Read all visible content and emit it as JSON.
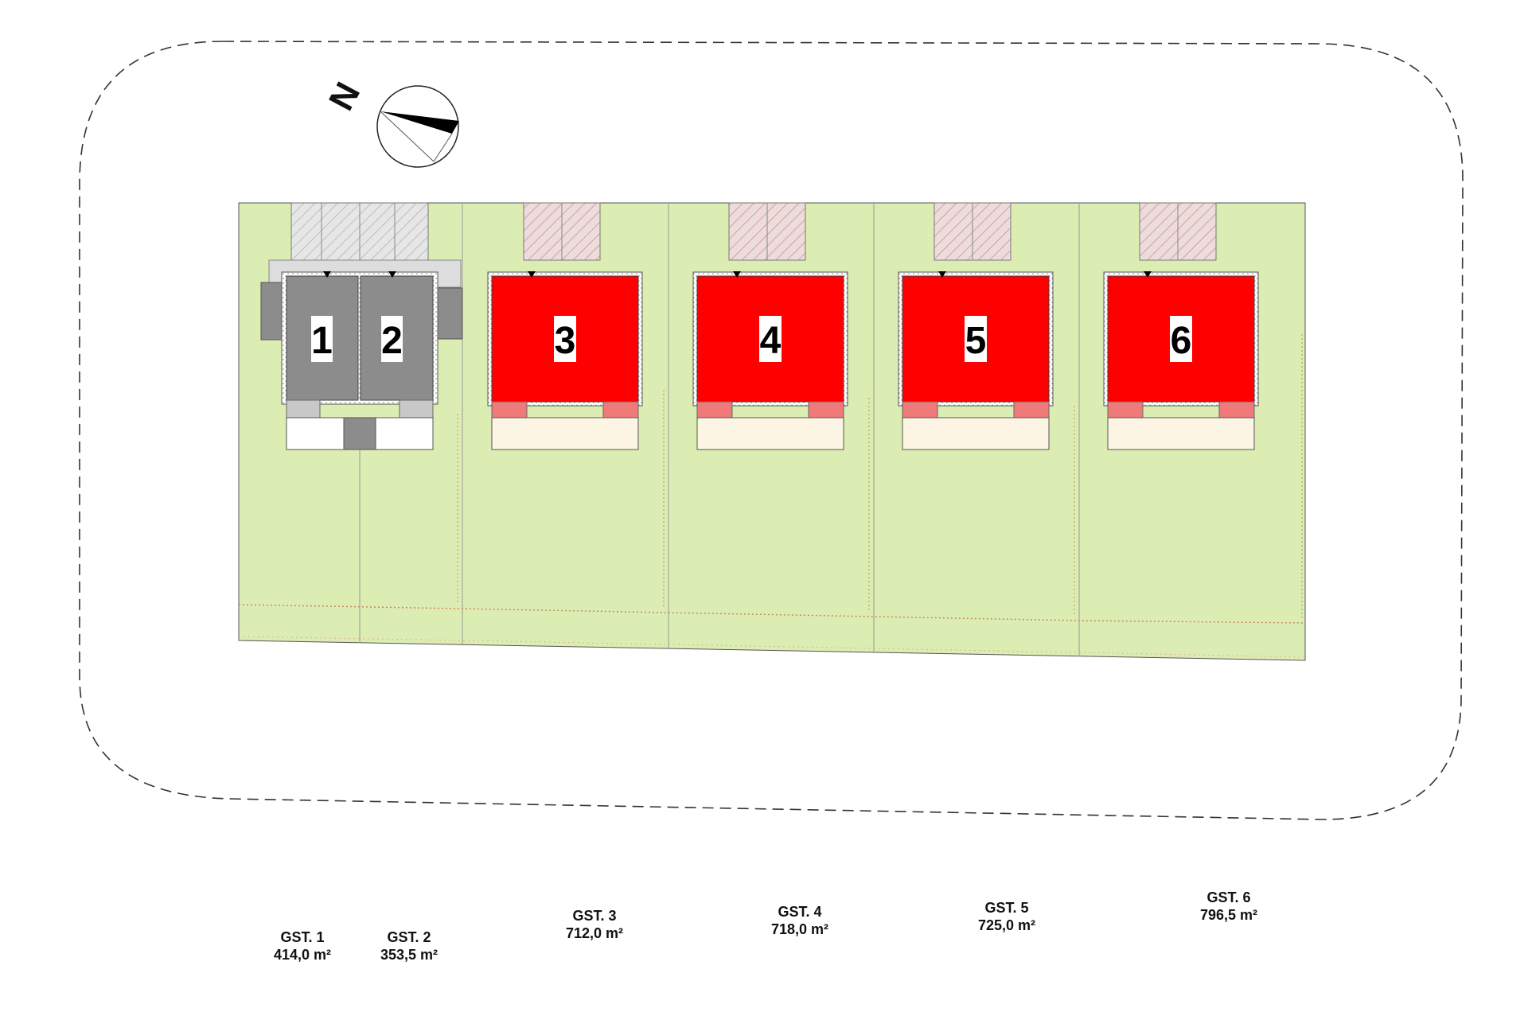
{
  "compass": {
    "north_label": "N"
  },
  "lots": [
    {
      "id": "1",
      "name": "GST. 1",
      "area": "414,0 m²",
      "status": "sold",
      "color": "#8c8c8c"
    },
    {
      "id": "2",
      "name": "GST. 2",
      "area": "353,5 m²",
      "status": "sold",
      "color": "#8c8c8c"
    },
    {
      "id": "3",
      "name": "GST. 3",
      "area": "712,0 m²",
      "status": "available",
      "color": "#ff0000"
    },
    {
      "id": "4",
      "name": "GST. 4",
      "area": "718,0 m²",
      "status": "available",
      "color": "#ff0000"
    },
    {
      "id": "5",
      "name": "GST. 5",
      "area": "725,0 m²",
      "status": "available",
      "color": "#ff0000"
    },
    {
      "id": "6",
      "name": "GST. 6",
      "area": "796,5 m²",
      "status": "available",
      "color": "#ff0000"
    }
  ],
  "colors": {
    "land": "#dcedb3",
    "sold_house": "#8c8c8c",
    "available_house": "#ff0000",
    "terrace": "#fdf5e3",
    "outline": "#444444"
  }
}
